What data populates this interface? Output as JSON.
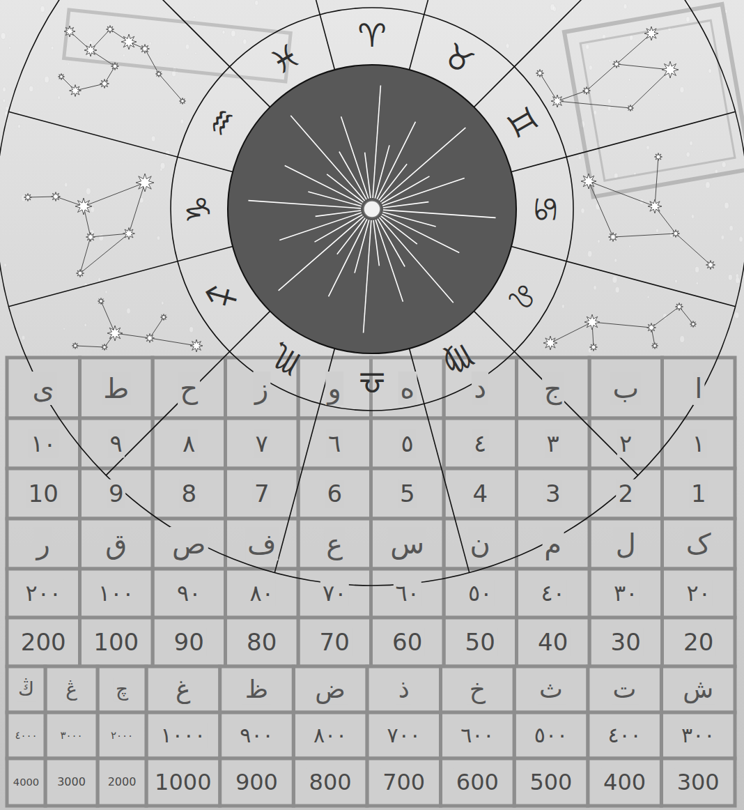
{
  "diagram": {
    "labels": [
      "♈",
      "♉",
      "♊",
      "♋",
      "♌",
      "♍",
      "♎",
      "♏",
      "♐",
      "♑",
      "♒",
      "♓",
      "ا",
      "ب",
      "ج",
      "د",
      "ه",
      "و",
      "ز",
      "ح",
      "ط",
      "ی",
      "١",
      "٢",
      "٣",
      "٤",
      "٥",
      "٦",
      "٧",
      "٨",
      "٩",
      "١٠",
      "1",
      "2",
      "3",
      "4",
      "5",
      "6",
      "7",
      "8",
      "9",
      "10",
      "ک",
      "ل",
      "م",
      "ن",
      "س",
      "ع",
      "ف",
      "ص",
      "ق",
      "ر",
      "٢٠",
      "٣٠",
      "٤٠",
      "٥٠",
      "٦٠",
      "٧٠",
      "٨٠",
      "٩٠",
      "١٠٠",
      "٢٠٠",
      "20",
      "30",
      "40",
      "50",
      "60",
      "70",
      "80",
      "90",
      "100",
      "200",
      "ش",
      "ت",
      "ث",
      "خ",
      "ذ",
      "ض",
      "ظ",
      "غ",
      "چ",
      "ڠ",
      "ڭ",
      "٣٠٠",
      "٤٠٠",
      "٥٠٠",
      "٦٠٠",
      "٧٠٠",
      "٨٠٠",
      "٩٠٠",
      "١٠٠٠",
      "٢٠٠٠",
      "٣٠٠٠",
      "٤٠٠٠",
      "300",
      "400",
      "500",
      "600",
      "700",
      "800",
      "900",
      "1000",
      "2000",
      "3000",
      "4000"
    ]
  }
}
